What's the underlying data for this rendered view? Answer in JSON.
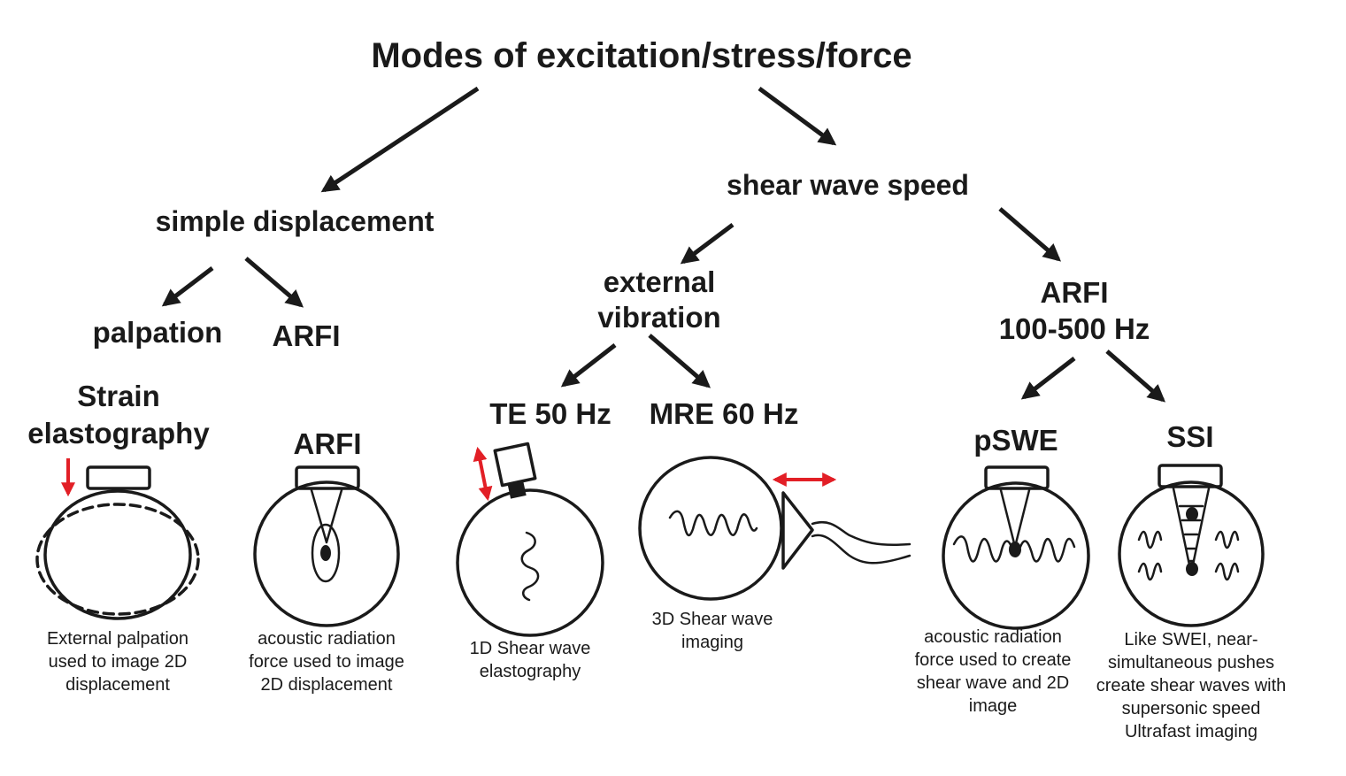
{
  "title": "Modes of excitation/stress/force",
  "nodes": {
    "simple_displacement": "simple displacement",
    "shear_wave_speed": "shear wave speed",
    "palpation": "palpation",
    "arfi_simple": "ARFI",
    "external_vibration_line1": "external",
    "external_vibration_line2": "vibration",
    "arfi_speed_line1": "ARFI",
    "arfi_speed_line2": "100-500 Hz",
    "te": "TE 50 Hz",
    "mre": "MRE 60 Hz",
    "pswe": "pSWE",
    "ssi": "SSI"
  },
  "panels": {
    "strain": {
      "heading": [
        "Strain",
        "elastography"
      ],
      "caption": [
        "External palpation",
        "used to image 2D",
        "displacement"
      ]
    },
    "arfi": {
      "heading": [
        "ARFI"
      ],
      "caption": [
        "acoustic radiation",
        "force used to image",
        "2D displacement"
      ]
    },
    "te": {
      "caption": [
        "1D Shear wave",
        "elastography"
      ]
    },
    "mre": {
      "caption": [
        "3D Shear wave",
        "imaging"
      ]
    },
    "pswe": {
      "caption": [
        "acoustic radiation",
        "force used to create",
        "shear wave and 2D",
        "image"
      ]
    },
    "ssi": {
      "caption": [
        "Like SWEI, near-",
        "simultaneous pushes",
        "create shear waves with",
        "supersonic speed",
        "Ultrafast imaging"
      ]
    }
  },
  "colors": {
    "ink": "#1a1a1a",
    "accent_red": "#e21f26",
    "background": "#ffffff"
  }
}
